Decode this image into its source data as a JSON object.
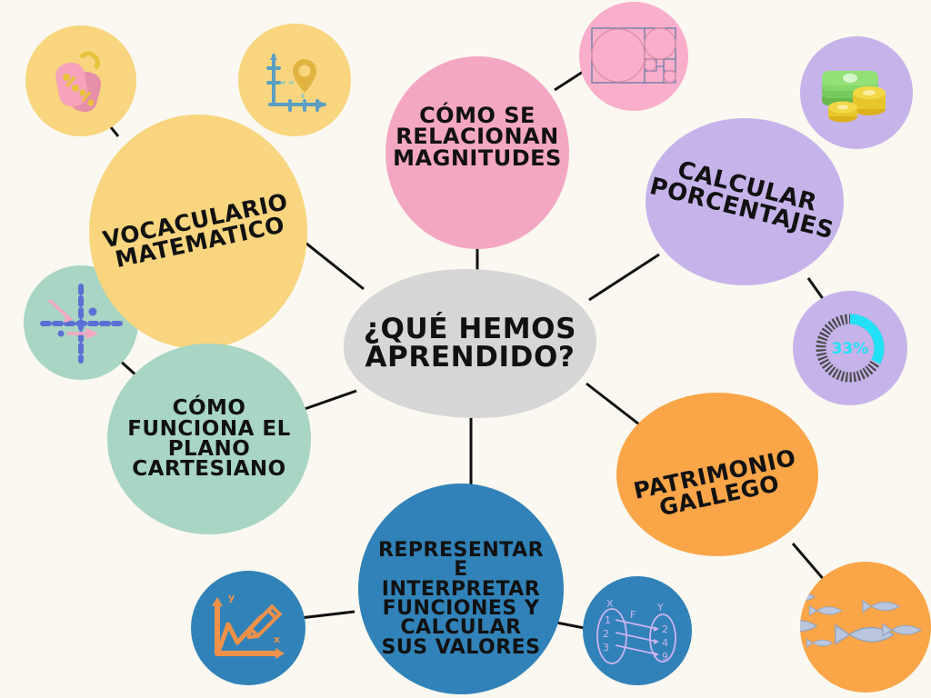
{
  "page": {
    "title": "¿QUÉ HEMOS APRENDIDO?",
    "background_color": "#faf8f0",
    "type": "mind-map"
  },
  "central": {
    "label": "¿QUÉ HEMOS\nAPRENDIDO?",
    "color": "#d6d6d6",
    "text_color": "#111111"
  },
  "branches": [
    {
      "id": "vocabulario-matematico",
      "label": "VOCACULARIO\nMATEMATICO",
      "color": "#f8d57e",
      "rotation": -12,
      "font_size": 25
    },
    {
      "id": "como-se-relacionan-magnitudes",
      "label": "CÓMO SE\nRELACIONAN\nMAGNITUDES",
      "color": "#f4a7c3",
      "rotation": 0,
      "font_size": 24
    },
    {
      "id": "calcular-porcentajes",
      "label": "CALCULAR\nPORCENTAJES",
      "color": "#c6b3ea",
      "rotation": 14,
      "font_size": 26
    },
    {
      "id": "como-funciona-el-plano-cartesiano",
      "label": "CÓMO\nFUNCIONA EL\nPLANO\nCARTESIANO",
      "color": "#a8d5c4",
      "rotation": 0,
      "font_size": 23
    },
    {
      "id": "representar-e-interpretar-funciones",
      "label": "REPRESENTAR\nE\nINTERPRETAR\nFUNCIONES Y\nCALCULAR\nSUS VALORES",
      "color": "#3182b8",
      "rotation": 0,
      "font_size": 22
    },
    {
      "id": "patrimonio-gallego",
      "label": "PATRIMONIO\nGALLEGO",
      "color": "#f9a548",
      "rotation": -12,
      "font_size": 25
    }
  ],
  "icons": [
    {
      "id": "percent-tags",
      "name": "percent-tags-icon",
      "circle_color": "#f8d57e",
      "description": "Pink price tags with percent symbols"
    },
    {
      "id": "axes-location-pin",
      "name": "graph-location-pin-icon",
      "circle_color": "#f8d57e",
      "description": "Coordinate axes with location pin"
    },
    {
      "id": "golden-ratio",
      "name": "golden-ratio-icon",
      "circle_color": "#f4a7c3",
      "description": "Fibonacci golden ratio rectangles"
    },
    {
      "id": "money",
      "name": "money-icon",
      "circle_color": "#c6b3ea",
      "description": "Green banknotes and gold coins"
    },
    {
      "id": "donut-percent",
      "name": "donut-progress-icon",
      "circle_color": "#c6b3ea",
      "value_label": "33%",
      "value_color": "#22e0f5",
      "description": "Donut progress ring at 33 percent"
    },
    {
      "id": "cartesian-plane",
      "name": "cartesian-plane-icon",
      "circle_color": "#a8d5c4",
      "description": "Dashed blue cartesian axes with pink arrows"
    },
    {
      "id": "graph-pencil",
      "name": "graph-pencil-icon",
      "circle_color": "#3182b8",
      "description": "Orange line graph with pencil, x and y axes",
      "axis_x_label": "x",
      "axis_y_label": "y"
    },
    {
      "id": "function-mapping",
      "name": "function-mapping-icon",
      "circle_color": "#3182b8",
      "description": "Function mapping diagram set X to set Y",
      "set_x_label": "X",
      "set_y_label": "Y",
      "function_label": "F",
      "domain_values": [
        "1",
        "2",
        "3"
      ],
      "range_values": [
        "2",
        "4",
        "9"
      ]
    },
    {
      "id": "fish-school",
      "name": "fish-school-icon",
      "circle_color": "#f9a548",
      "description": "School of grey fish"
    }
  ]
}
